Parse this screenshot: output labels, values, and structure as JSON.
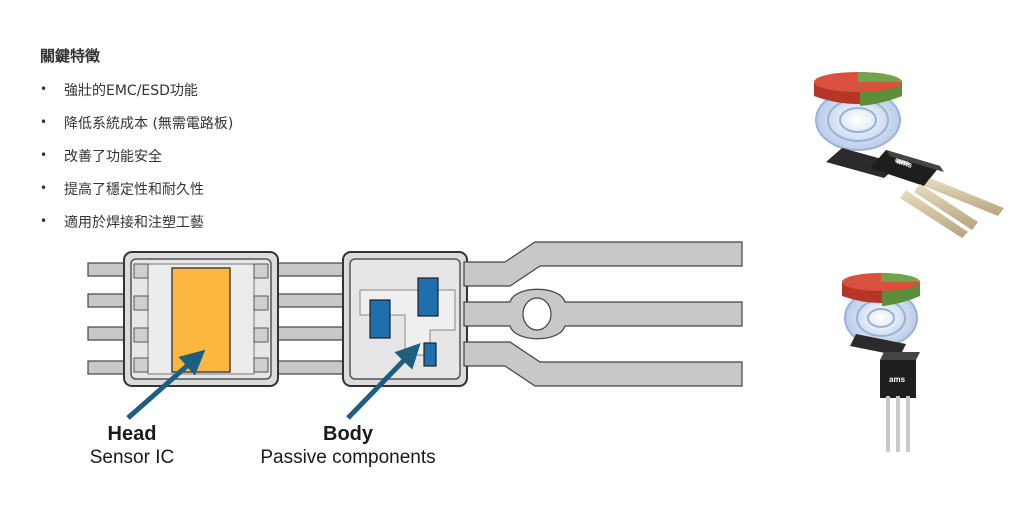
{
  "features": {
    "title": "關鍵特徵",
    "items": [
      "強壯的EMC/ESD功能",
      "降低系統成本 (無需電路板)",
      "改善了功能安全",
      "提高了穩定性和耐久性",
      "適用於焊接和注塑工藝"
    ]
  },
  "diagram": {
    "head": {
      "title": "Head",
      "subtitle": "Sensor IC"
    },
    "body": {
      "title": "Body",
      "subtitle": "Passive components"
    }
  },
  "products": {
    "logo_text": "ams"
  },
  "colors": {
    "sensor_die": "#fbb73f",
    "passive_component": "#1f6fae",
    "lead_frame": "#c8c8c8",
    "arrow": "#1e5f80",
    "magnet_red": "#c0392b",
    "magnet_green": "#5b8f3a"
  }
}
